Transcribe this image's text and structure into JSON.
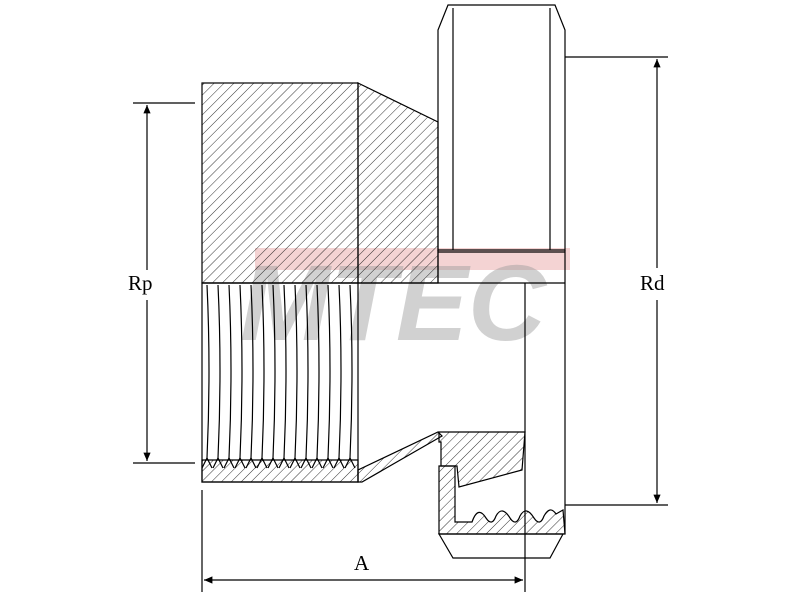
{
  "drawing": {
    "dimensions": {
      "rp": "Rp",
      "rd": "Rd",
      "a": "A"
    },
    "watermark": {
      "text": "MTEC",
      "colors": {
        "letters": "#9a9a9a",
        "bar": "#e08080"
      }
    }
  }
}
